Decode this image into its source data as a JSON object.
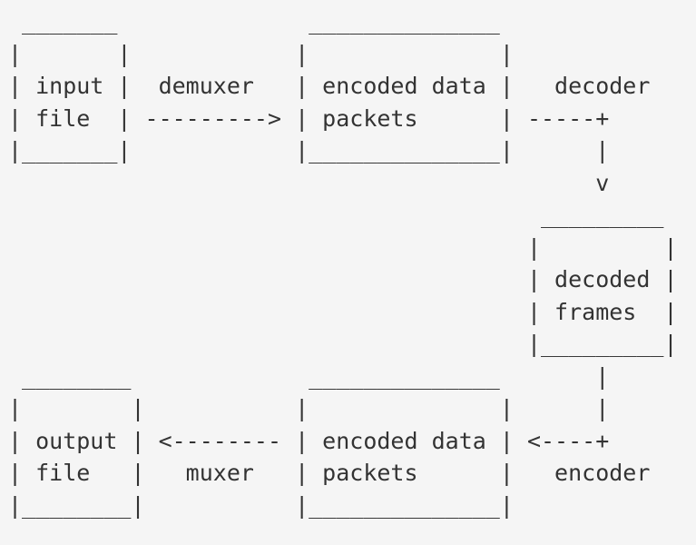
{
  "colors": {
    "background": "#f5f5f5",
    "text": "#333333"
  },
  "diagram": {
    "lines": [
      " _______              ______________",
      "|       |            |              |",
      "| input |  demuxer   | encoded data |   decoder",
      "| file  | ---------> | packets      | -----+",
      "|_______|            |______________|      |",
      "                                           v",
      "                                       _________",
      "                                      |         |",
      "                                      | decoded |",
      "                                      | frames  |",
      "                                      |_________|",
      " ________             ______________       |",
      "|        |           |              |      |",
      "| output | <-------- | encoded data | <----+",
      "| file   |   muxer   | packets      |   encoder",
      "|________|           |______________|"
    ]
  }
}
